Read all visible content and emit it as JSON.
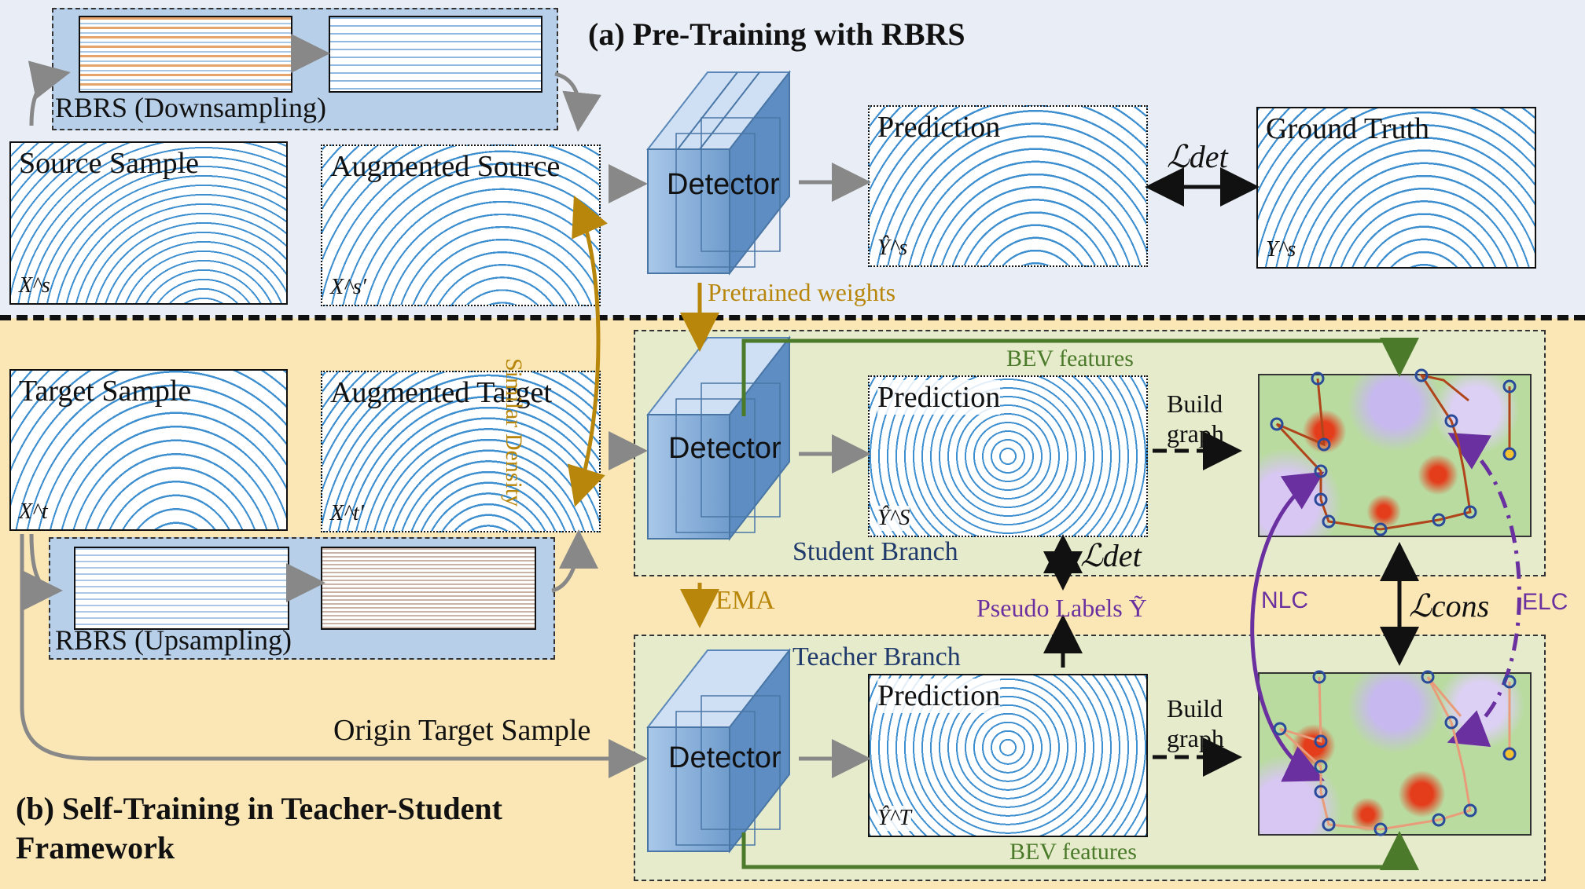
{
  "top": {
    "title": "(a) Pre-Training with RBRS",
    "rbrs_label": "RBRS (Downsampling)",
    "source_title": "Source Sample",
    "source_var": "X^s",
    "aug_source_title": "Augmented Source",
    "aug_source_var": "X^s′",
    "detector_label": "Detector",
    "prediction_title": "Prediction",
    "prediction_var": "Ŷ^s",
    "gt_title": "Ground Truth",
    "gt_var": "Y^s",
    "loss_label": "ℒdet",
    "pretrained_label": "Pretrained weights"
  },
  "bottom": {
    "title_line1": "(b) Self-Training in Teacher-Student",
    "title_line2": "Framework",
    "similar_density": "Similar Density",
    "target_title": "Target Sample",
    "target_var": "X^t",
    "aug_target_title": "Augmented Target",
    "aug_target_var": "X^t′",
    "rbrs_label": "RBRS (Upsampling)",
    "origin_label": "Origin Target Sample",
    "ema_label": "EMA",
    "student": {
      "branch_label": "Student Branch",
      "detector_label": "Detector",
      "bev_label": "BEV features",
      "prediction_title": "Prediction",
      "prediction_var": "Ŷ^S",
      "build_graph": [
        "Build",
        "graph"
      ],
      "loss_label": "ℒdet"
    },
    "pseudo_label": "Pseudo Labels Ỹ",
    "teacher": {
      "branch_label": "Teacher Branch",
      "detector_label": "Detector",
      "bev_label": "BEV features",
      "prediction_title": "Prediction",
      "prediction_var": "Ŷ^T",
      "build_graph": [
        "Build",
        "graph"
      ]
    },
    "nlc_label": "NLC",
    "elc_label": "ELC",
    "cons_loss": "ℒcons"
  },
  "colors": {
    "top_bg": "#e9eef6",
    "bottom_bg": "#fbe7b5",
    "branch_bg": "#e6ebcb",
    "detector_face": "#8fb6e0",
    "green_arrow": "#4a7a2a",
    "brown_arrow": "#b8860b",
    "purple_arrow": "#6a30a0"
  }
}
